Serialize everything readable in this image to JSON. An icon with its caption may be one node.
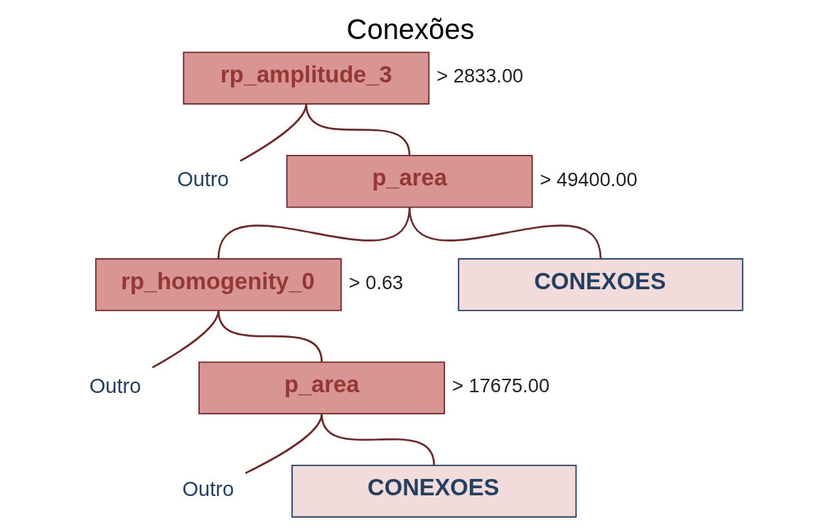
{
  "diagram": {
    "title": "Conexões",
    "nodes": [
      {
        "text": [
          "rp_amplitude_3"
        ],
        "beside": [
          "> 2833.00"
        ]
      },
      {
        "text": [
          "Outro"
        ]
      },
      {
        "text": [
          "p_area"
        ],
        "beside": [
          "> 49400.00"
        ]
      },
      {
        "text": [
          "rp_homogenity_0"
        ],
        "beside": [
          "> 0.63"
        ]
      },
      {
        "text": [
          "CONEXOES"
        ]
      },
      {
        "text": [
          "Outro"
        ]
      },
      {
        "text": [
          "p_area"
        ],
        "beside": [
          "> 17675.00"
        ]
      },
      {
        "text": [
          "Outro"
        ]
      },
      {
        "text": [
          "CONEXOES"
        ]
      }
    ],
    "edges": [
      {
        "from": 0,
        "to": 1,
        "arrow": "none"
      },
      {
        "from": 0,
        "to": 2,
        "arrow": "none"
      },
      {
        "from": 2,
        "to": 3,
        "arrow": "none"
      },
      {
        "from": 2,
        "to": 4,
        "arrow": "none"
      },
      {
        "from": 3,
        "to": 5,
        "arrow": "none"
      },
      {
        "from": 3,
        "to": 6,
        "arrow": "none"
      },
      {
        "from": 6,
        "to": 7,
        "arrow": "none"
      },
      {
        "from": 6,
        "to": 8,
        "arrow": "none"
      }
    ]
  }
}
